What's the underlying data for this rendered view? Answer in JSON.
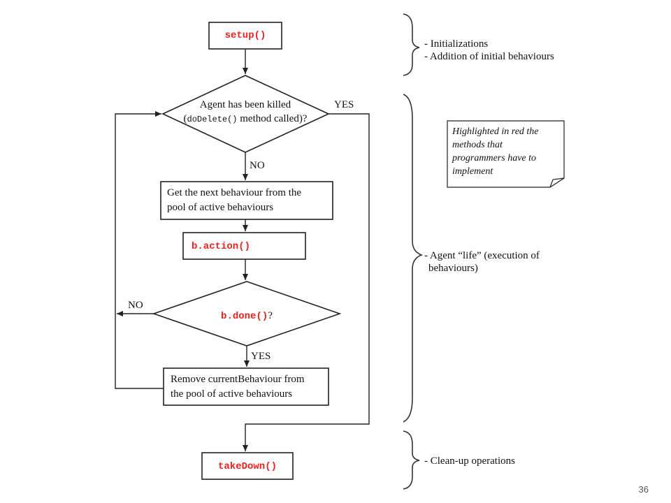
{
  "nodes": {
    "setup": "setup()",
    "killed_line1": "Agent has been killed",
    "killed_open": "(",
    "killed_code": "doDelete()",
    "killed_rest": " method called)?",
    "next_line1": "Get the next behaviour from the",
    "next_line2": "pool of active behaviours",
    "action": "b.action()",
    "done_code": "b.done()",
    "done_q": "?",
    "remove_line1": "Remove currentBehaviour from",
    "remove_line2": "the pool of active behaviours",
    "takedown": "takeDown()"
  },
  "edges": {
    "yes_killed": "YES",
    "no_killed": "NO",
    "no_done": "NO",
    "yes_done": "YES"
  },
  "annotations": {
    "init_line1": "- Initializations",
    "init_line2": "- Addition of initial behaviours",
    "life_line1": "- Agent “life” (execution of",
    "life_line2": "behaviours)",
    "cleanup": "- Clean-up operations"
  },
  "note": {
    "line1": "Highlighted in red the",
    "line2": "methods that",
    "line3": "programmers have to",
    "line4": "implement"
  },
  "page_number": "36",
  "colors": {
    "highlight": "#e8231c",
    "stroke": "#222222"
  }
}
